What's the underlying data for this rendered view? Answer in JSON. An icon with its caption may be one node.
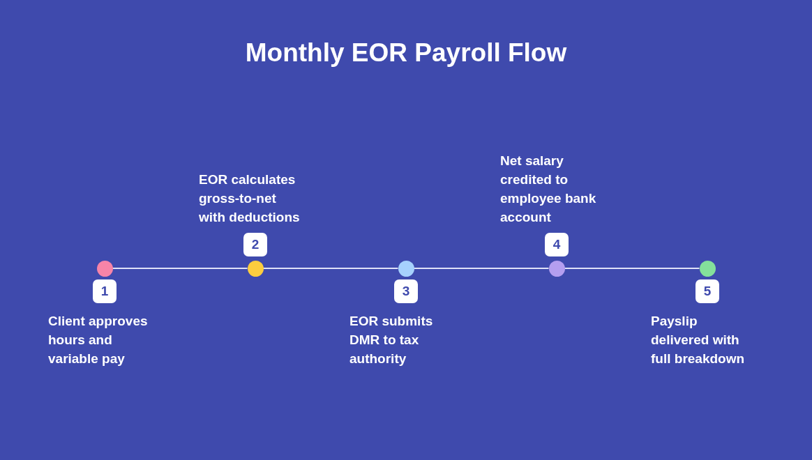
{
  "diagram": {
    "title": "Monthly EOR Payroll Flow",
    "nodes": [
      {
        "text": [],
        "shape": "circle"
      },
      {
        "text": [
          "1"
        ],
        "beside": [
          "Client approves hours and variable pay"
        ]
      },
      {
        "text": [],
        "shape": "circle"
      },
      {
        "text": [
          "2"
        ],
        "beside": [
          "EOR calculates gross-to-net with deductions"
        ]
      },
      {
        "text": [],
        "shape": "circle"
      },
      {
        "text": [
          "3"
        ],
        "beside": [
          "EOR submits DMR to tax authority"
        ]
      },
      {
        "text": [],
        "shape": "circle"
      },
      {
        "text": [
          "4"
        ],
        "beside": [
          "Net salary credited to employee bank account"
        ]
      },
      {
        "text": [],
        "shape": "circle"
      },
      {
        "text": [
          "5"
        ],
        "beside": [
          "Payslip delivered with full breakdown"
        ]
      }
    ],
    "edges": [
      {
        "from": 0,
        "to": 2,
        "arrow": "none"
      },
      {
        "from": 2,
        "to": 4,
        "arrow": "none"
      },
      {
        "from": 4,
        "to": 6,
        "arrow": "none"
      },
      {
        "from": 6,
        "to": 8,
        "arrow": "none"
      }
    ]
  }
}
